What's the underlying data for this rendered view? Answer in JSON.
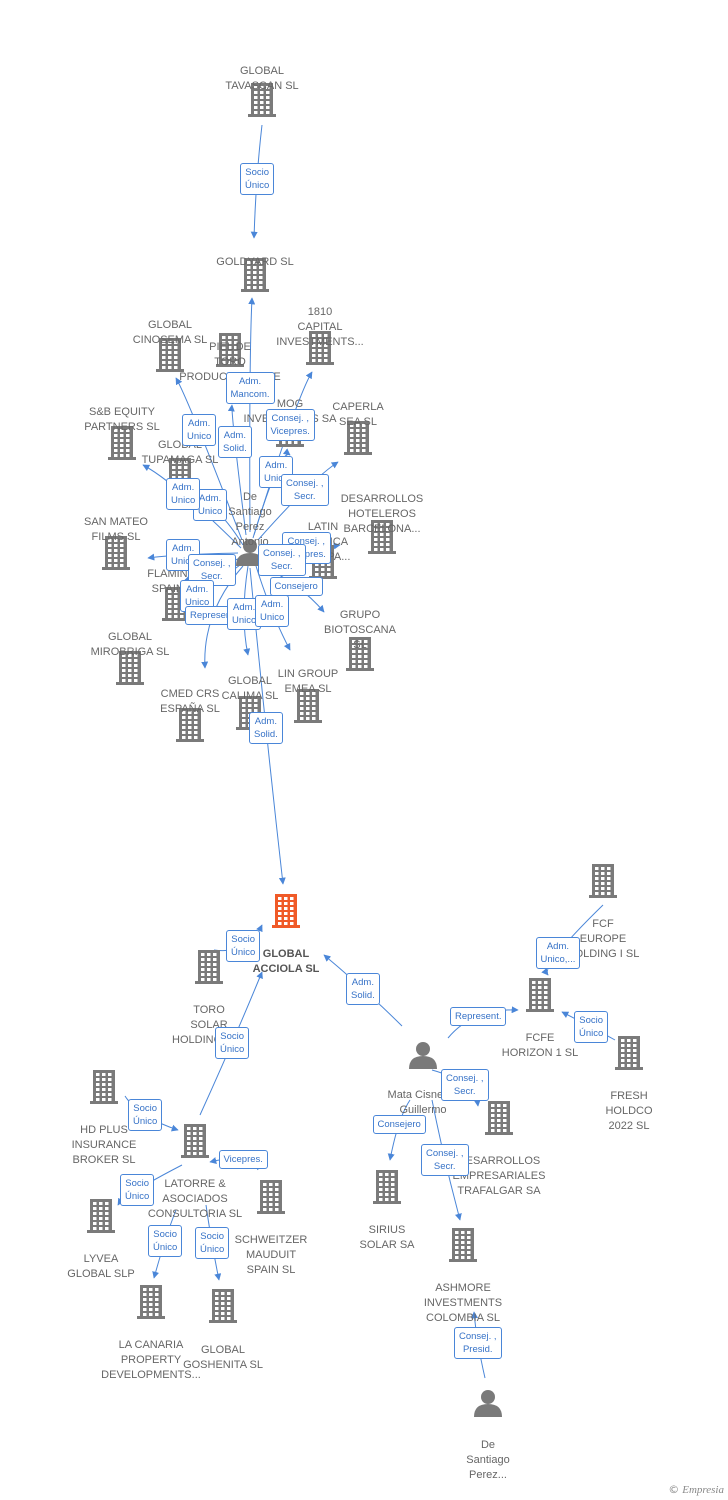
{
  "colors": {
    "building": "#7a7a7a",
    "focus_building": "#f05a28",
    "edge": "#4a86d8",
    "label_text": "#666666",
    "edge_text": "#3672c7"
  },
  "icons": {
    "company": "building-icon",
    "person": "person-icon"
  },
  "brand": {
    "copyright": "©",
    "name": "Empresia"
  },
  "nodes": [
    {
      "id": "global-tavascan",
      "type": "company",
      "label": "GLOBAL\nTAVASCAN  SL"
    },
    {
      "id": "goldyard",
      "type": "company",
      "label": "GOLDYARD SL"
    },
    {
      "id": "global-cinosema",
      "type": "company",
      "label": "GLOBAL\nCINOSEMA SL"
    },
    {
      "id": "piel-de-toro",
      "type": "company",
      "label": "PIEL DE\nTORO\nPRODUCTIONS AIE"
    },
    {
      "id": "1810-capital",
      "type": "company",
      "label": "1810\nCAPITAL\nINVESTMENTS..."
    },
    {
      "id": "mog-inversiones",
      "type": "company",
      "label": "MOG\nINVERSIONES SA"
    },
    {
      "id": "caperla-sea",
      "type": "company",
      "label": "CAPERLA\nSEA SL"
    },
    {
      "id": "sb-equity",
      "type": "company",
      "label": "S&B EQUITY\nPARTNERS  SL"
    },
    {
      "id": "global-tupamaga",
      "type": "company",
      "label": "GLOBAL\nTUPAMAGA SL"
    },
    {
      "id": "desarrollos-hoteleros",
      "type": "company",
      "label": "DESARROLLOS\nHOTELEROS\nBARCELONA..."
    },
    {
      "id": "latin-america",
      "type": "company",
      "label": "LATIN\nAMERICA\nEUROPA..."
    },
    {
      "id": "san-mateo",
      "type": "company",
      "label": "SAN MATEO\nFILMS SL"
    },
    {
      "id": "santiago-perez",
      "type": "person",
      "label": "De\nSantiago\nPerez\nAntonio"
    },
    {
      "id": "flamingo-spain",
      "type": "company",
      "label": "FLAMINGO\nSPAIN SL"
    },
    {
      "id": "grupo-biotoscana",
      "type": "company",
      "label": "GRUPO\nBIOTOSCANA\nSL"
    },
    {
      "id": "global-mirobriga",
      "type": "company",
      "label": "GLOBAL\nMIROBRIGA SL"
    },
    {
      "id": "lin-group",
      "type": "company",
      "label": "LIN GROUP\nEMEA  SL"
    },
    {
      "id": "cmed-crs",
      "type": "company",
      "label": "CMED CRS\nESPAÑA  SL"
    },
    {
      "id": "global-calima",
      "type": "company",
      "label": "GLOBAL\nCALIMA SL"
    },
    {
      "id": "global-acciola",
      "type": "company",
      "label": "GLOBAL\nACCIOLA  SL",
      "focus": true
    },
    {
      "id": "fcf-europe",
      "type": "company",
      "label": "FCF\nEUROPE\nHOLDING I  SL"
    },
    {
      "id": "toro-solar",
      "type": "company",
      "label": "TORO\nSOLAR\nHOLDINGS  SL"
    },
    {
      "id": "fcfe-horizon",
      "type": "company",
      "label": "FCFE\nHORIZON 1 SL"
    },
    {
      "id": "fresh-holdco",
      "type": "company",
      "label": "FRESH\nHOLDCO\n2022  SL"
    },
    {
      "id": "mata-cisneros",
      "type": "person",
      "label": "Mata Cisneros\nGuillermo"
    },
    {
      "id": "hd-plus",
      "type": "company",
      "label": "HD PLUS\nINSURANCE\nBROKER  SL"
    },
    {
      "id": "latorre-asociados",
      "type": "company",
      "label": "LATORRE &\nASOCIADOS\nCONSULTORIA SL"
    },
    {
      "id": "desarrollos-empresariales",
      "type": "company",
      "label": "DESARROLLOS\nEMPRESARIALES\nTRAFALGAR SA"
    },
    {
      "id": "schweitzer",
      "type": "company",
      "label": "SCHWEITZER\nMAUDUIT\nSPAIN SL"
    },
    {
      "id": "sirius-solar",
      "type": "company",
      "label": "SIRIUS\nSOLAR SA"
    },
    {
      "id": "lyvea-global",
      "type": "company",
      "label": "LYVEA\nGLOBAL  SLP"
    },
    {
      "id": "ashmore",
      "type": "company",
      "label": "ASHMORE\nINVESTMENTS\nCOLOMBIA SL"
    },
    {
      "id": "la-canaria",
      "type": "company",
      "label": "LA CANARIA\nPROPERTY\nDEVELOPMENTS..."
    },
    {
      "id": "global-goshenita",
      "type": "company",
      "label": "GLOBAL\nGOSHENITA SL"
    },
    {
      "id": "de-santiago-perez-2",
      "type": "person",
      "label": "De\nSantiago\nPerez..."
    }
  ],
  "edges": [
    {
      "from": "global-tavascan",
      "to": "goldyard",
      "label": "Socio\nÚnico"
    },
    {
      "from": "santiago-perez",
      "to": "goldyard",
      "label": "Adm.\nMancom."
    },
    {
      "from": "santiago-perez",
      "to": "global-cinosema",
      "label": "Adm.\nUnico"
    },
    {
      "from": "santiago-perez",
      "to": "piel-de-toro",
      "label": "Adm.\nSolid."
    },
    {
      "from": "santiago-perez",
      "to": "1810-capital",
      "label": "Consej. ,\nVicepres."
    },
    {
      "from": "santiago-perez",
      "to": "mog-inversiones",
      "label": "Adm.\nUnico"
    },
    {
      "from": "santiago-perez",
      "to": "desarrollos-hoteleros",
      "label": "Consej. ,\nSecr."
    },
    {
      "from": "santiago-perez",
      "to": "global-tupamaga",
      "label": "Adm.\nUnico"
    },
    {
      "from": "santiago-perez",
      "to": "sb-equity",
      "label": "Adm.\nUnico"
    },
    {
      "from": "santiago-perez",
      "to": "latin-america",
      "label": "Consej. ,\nVicepres."
    },
    {
      "from": "santiago-perez",
      "to": "san-mateo",
      "label": "Adm.\nUnico"
    },
    {
      "from": "santiago-perez",
      "to": "flamingo-spain",
      "label": "Consej. ,\nSecr."
    },
    {
      "from": "santiago-perez",
      "to": "caperla-sea",
      "label": "Consej. ,\nSecr."
    },
    {
      "from": "santiago-perez",
      "to": "grupo-biotoscana",
      "label": "Consejero"
    },
    {
      "from": "santiago-perez",
      "to": "global-mirobriga",
      "label": "Adm.\nUnico"
    },
    {
      "from": "santiago-perez",
      "to": "cmed-crs",
      "label": "Represent."
    },
    {
      "from": "santiago-perez",
      "to": "global-calima",
      "label": "Adm.\nUnico"
    },
    {
      "from": "santiago-perez",
      "to": "lin-group",
      "label": "Adm.\nUnico"
    },
    {
      "from": "santiago-perez",
      "to": "global-acciola",
      "label": "Adm.\nSolid."
    },
    {
      "from": "toro-solar",
      "to": "global-acciola",
      "label": "Socio\nÚnico"
    },
    {
      "from": "latorre-asociados",
      "to": "global-acciola",
      "label": "Socio\nÚnico"
    },
    {
      "from": "mata-cisneros",
      "to": "global-acciola",
      "label": "Adm.\nSolid."
    },
    {
      "from": "mata-cisneros",
      "to": "fcfe-horizon",
      "label": "Represent."
    },
    {
      "from": "fcf-europe",
      "to": "fcfe-horizon",
      "label": "Adm.\nUnico,..."
    },
    {
      "from": "fresh-holdco",
      "to": "fcfe-horizon",
      "label": "Socio\nÚnico"
    },
    {
      "from": "mata-cisneros",
      "to": "desarrollos-empresariales",
      "label": "Consej. ,\nSecr."
    },
    {
      "from": "mata-cisneros",
      "to": "sirius-solar",
      "label": "Consejero"
    },
    {
      "from": "mata-cisneros",
      "to": "ashmore",
      "label": "Consej. ,\nSecr."
    },
    {
      "from": "de-santiago-perez-2",
      "to": "ashmore",
      "label": "Consej. ,\nPresid."
    },
    {
      "from": "hd-plus",
      "to": "latorre-asociados",
      "label": "Socio\nÚnico"
    },
    {
      "from": "schweitzer",
      "to": "latorre-asociados",
      "label": "Vicepres."
    },
    {
      "from": "latorre-asociados",
      "to": "lyvea-global",
      "label": "Socio\nÚnico"
    },
    {
      "from": "latorre-asociados",
      "to": "la-canaria",
      "label": "Socio\nÚnico"
    },
    {
      "from": "latorre-asociados",
      "to": "global-goshenita",
      "label": "Socio\nÚnico"
    }
  ]
}
